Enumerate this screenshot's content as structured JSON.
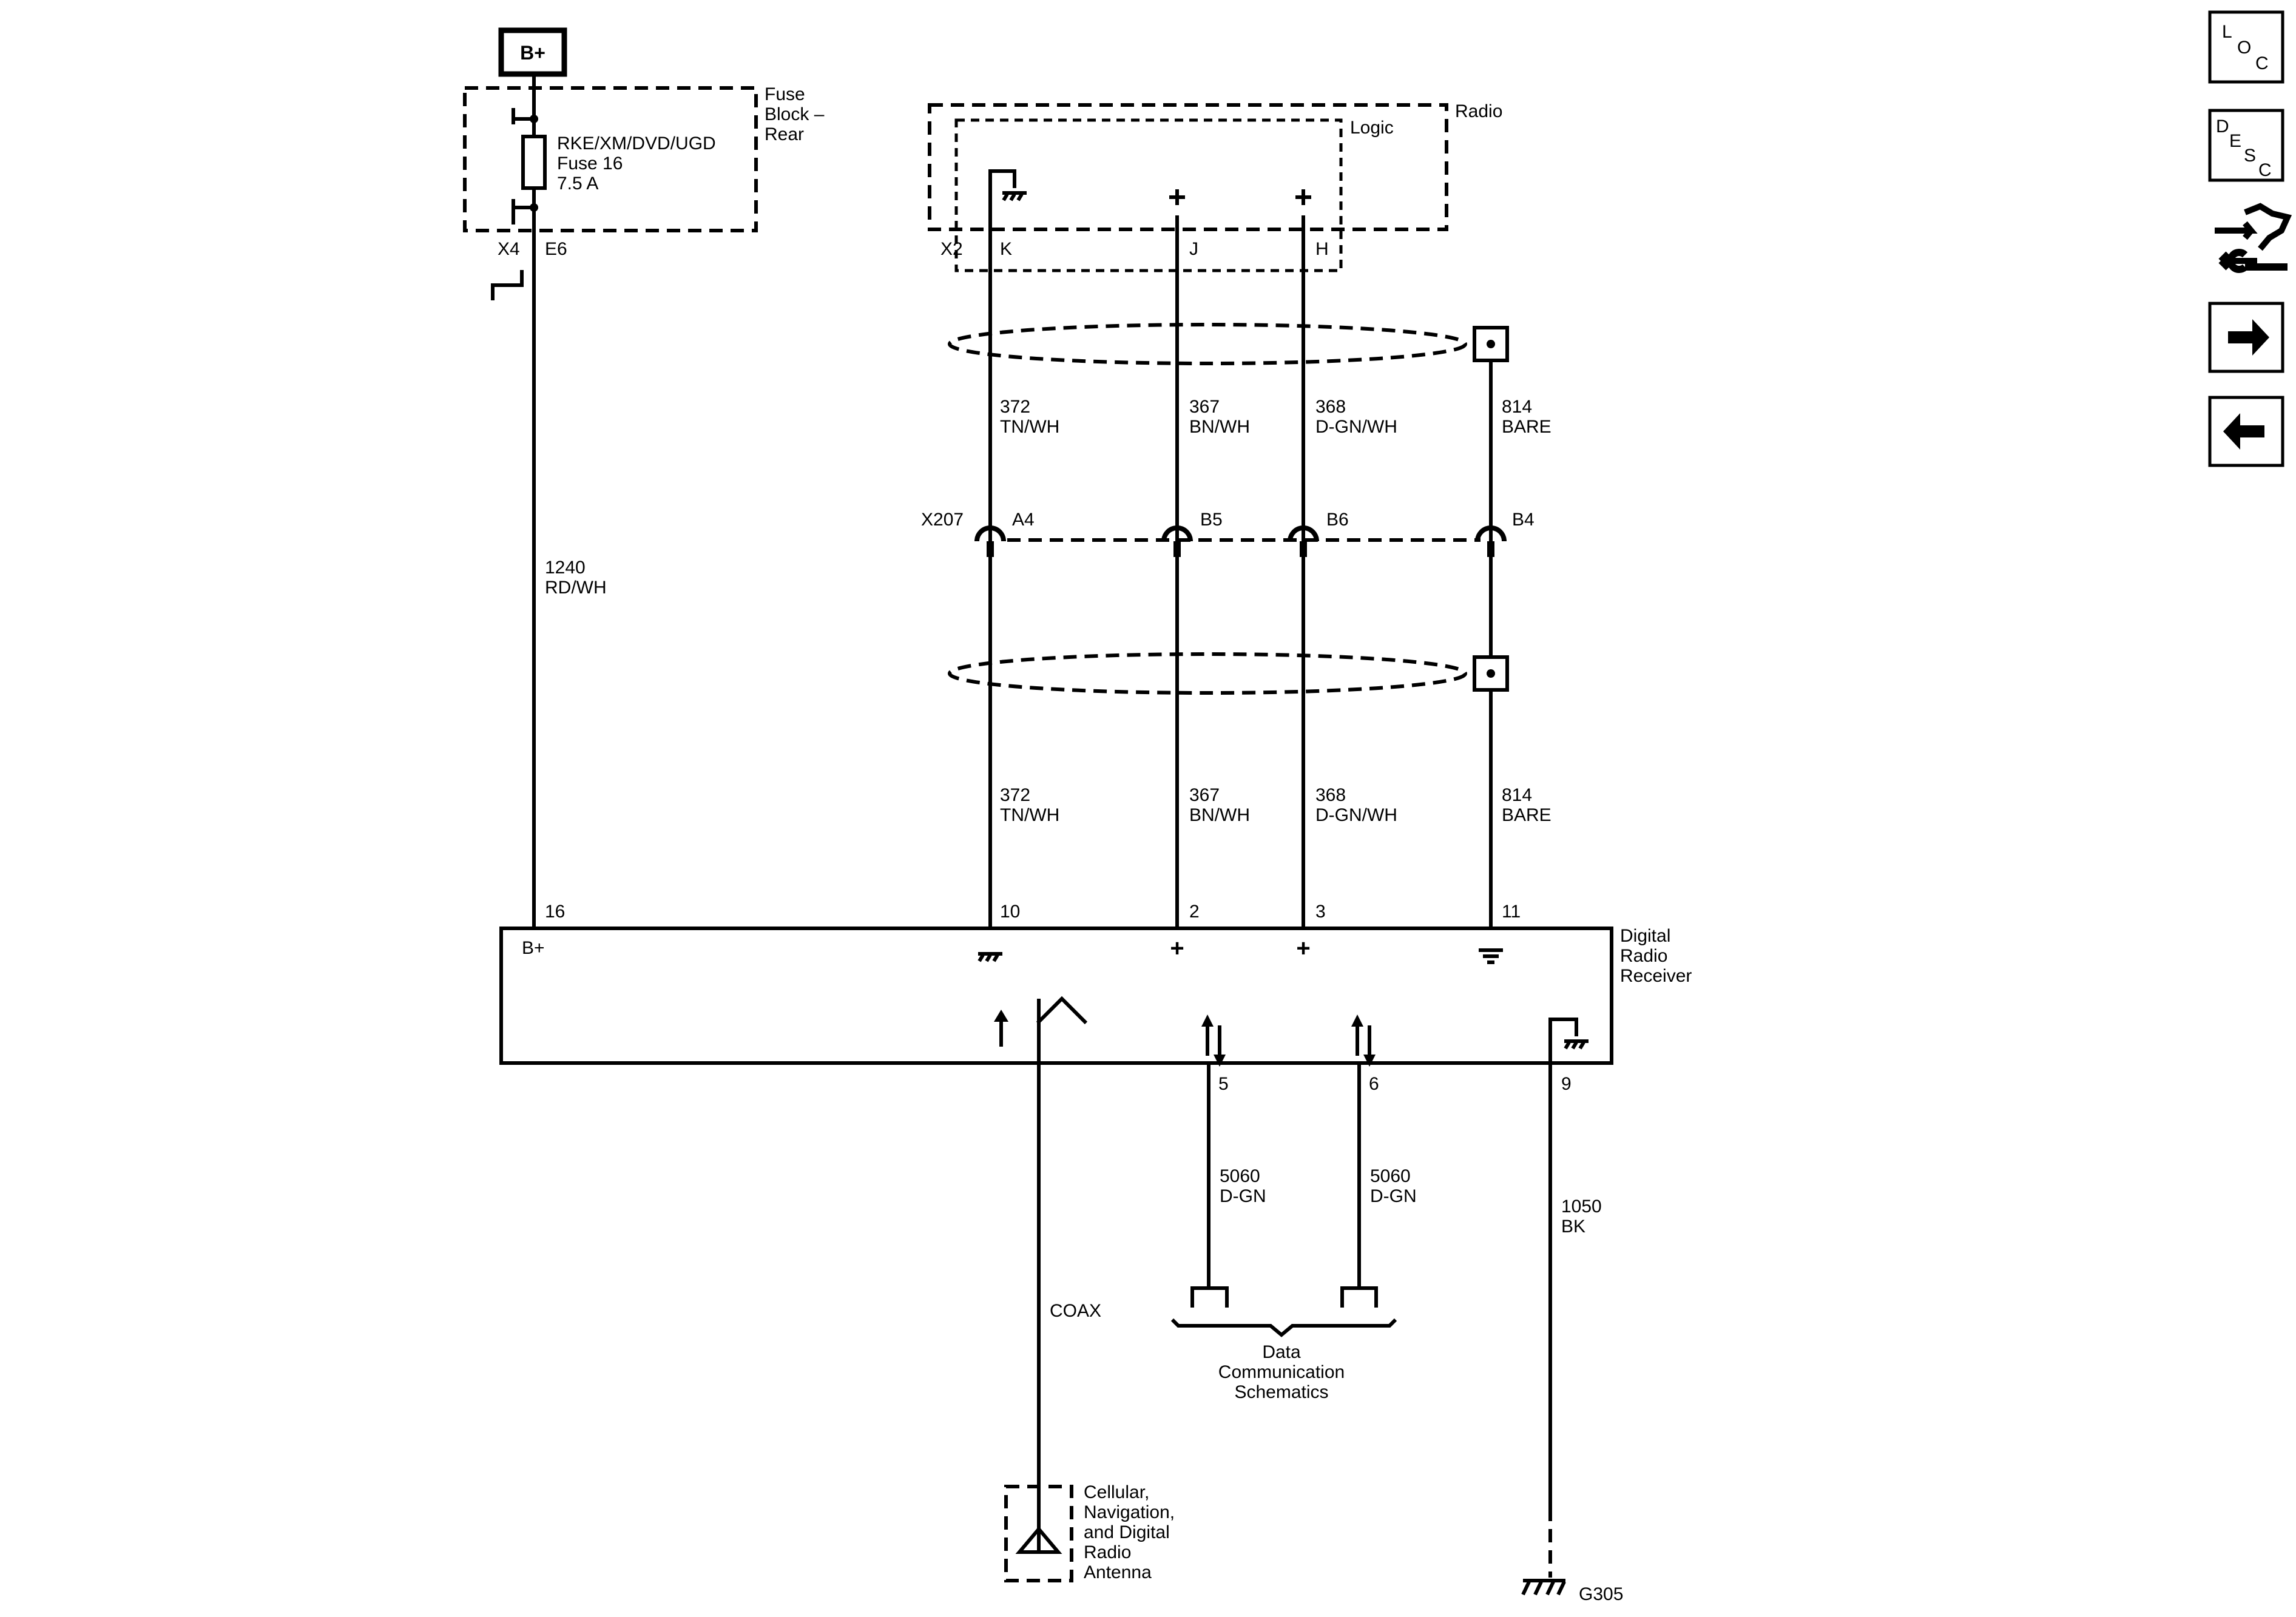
{
  "power_label": "B+",
  "fuse_block": {
    "name_lines": [
      "Fuse",
      "Block –",
      "Rear"
    ],
    "fuse_lines": [
      "RKE/XM/DVD/UGD",
      "Fuse 16",
      "7.5 A"
    ],
    "connector": "X4",
    "pin": "E6"
  },
  "wire_1240": {
    "circuit": "1240",
    "color": "RD/WH"
  },
  "radio": {
    "name": "Radio",
    "logic_label": "Logic",
    "connector": "X2",
    "pins": [
      "K",
      "J",
      "H"
    ]
  },
  "inline_connector": {
    "name": "X207",
    "pins": [
      "A4",
      "B5",
      "B6",
      "B4"
    ]
  },
  "upper_wires": [
    {
      "circuit": "372",
      "color": "TN/WH"
    },
    {
      "circuit": "367",
      "color": "BN/WH"
    },
    {
      "circuit": "368",
      "color": "D-GN/WH"
    },
    {
      "circuit": "814",
      "color": "BARE"
    }
  ],
  "lower_wires": [
    {
      "circuit": "372",
      "color": "TN/WH"
    },
    {
      "circuit": "367",
      "color": "BN/WH"
    },
    {
      "circuit": "368",
      "color": "D-GN/WH"
    },
    {
      "circuit": "814",
      "color": "BARE"
    }
  ],
  "receiver": {
    "name_lines": [
      "Digital",
      "Radio",
      "Receiver"
    ],
    "bplus_label": "B+",
    "top_pins": [
      "16",
      "10",
      "2",
      "3",
      "11"
    ],
    "bottom_pins": [
      "5",
      "6",
      "9"
    ],
    "plus_sign": "+"
  },
  "data_wires": [
    {
      "circuit": "5060",
      "color": "D-GN"
    },
    {
      "circuit": "5060",
      "color": "D-GN"
    }
  ],
  "data_comm_lines": [
    "Data",
    "Communication",
    "Schematics"
  ],
  "ground_wire": {
    "circuit": "1050",
    "color": "BK"
  },
  "ground_name": "G305",
  "coax_label": "COAX",
  "antenna_lines": [
    "Cellular,",
    "Navigation,",
    "and Digital",
    "Radio",
    "Antenna"
  ],
  "nav_buttons": {
    "loc": [
      "L",
      "O",
      "C"
    ],
    "desc": [
      "D",
      "E",
      "S",
      "C"
    ]
  }
}
